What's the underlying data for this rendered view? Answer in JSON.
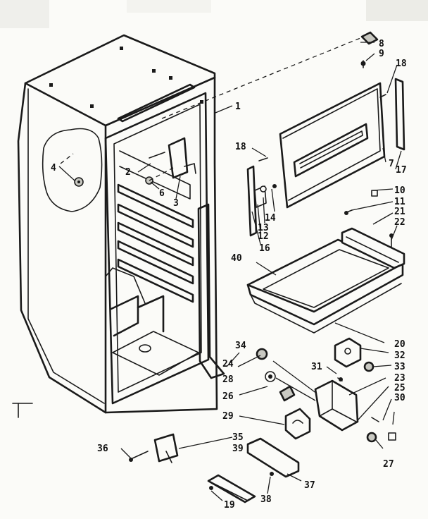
{
  "part_numbers": {
    "p1": "1",
    "p2": "2",
    "p3": "3",
    "p4": "4",
    "p6": "6",
    "p7": "7",
    "p8": "8",
    "p9": "9",
    "p10": "10",
    "p11": "11",
    "p12": "12",
    "p13": "13",
    "p14": "14",
    "p16": "16",
    "p17": "17",
    "p18a": "18",
    "p18b": "18",
    "p19": "19",
    "p20": "20",
    "p21": "21",
    "p22": "22",
    "p23": "23",
    "p24": "24",
    "p25": "25",
    "p26": "26",
    "p27": "27",
    "p28": "28",
    "p29": "29",
    "p30": "30",
    "p31": "31",
    "p32": "32",
    "p33": "33",
    "p34": "34",
    "p35": "35",
    "p36": "36",
    "p37": "37",
    "p38": "38",
    "p39": "39",
    "p40": "40"
  },
  "colors": {
    "ink": "#1a1a1a",
    "paper": "#fbfbf8",
    "shade": "#c9c9c2"
  }
}
